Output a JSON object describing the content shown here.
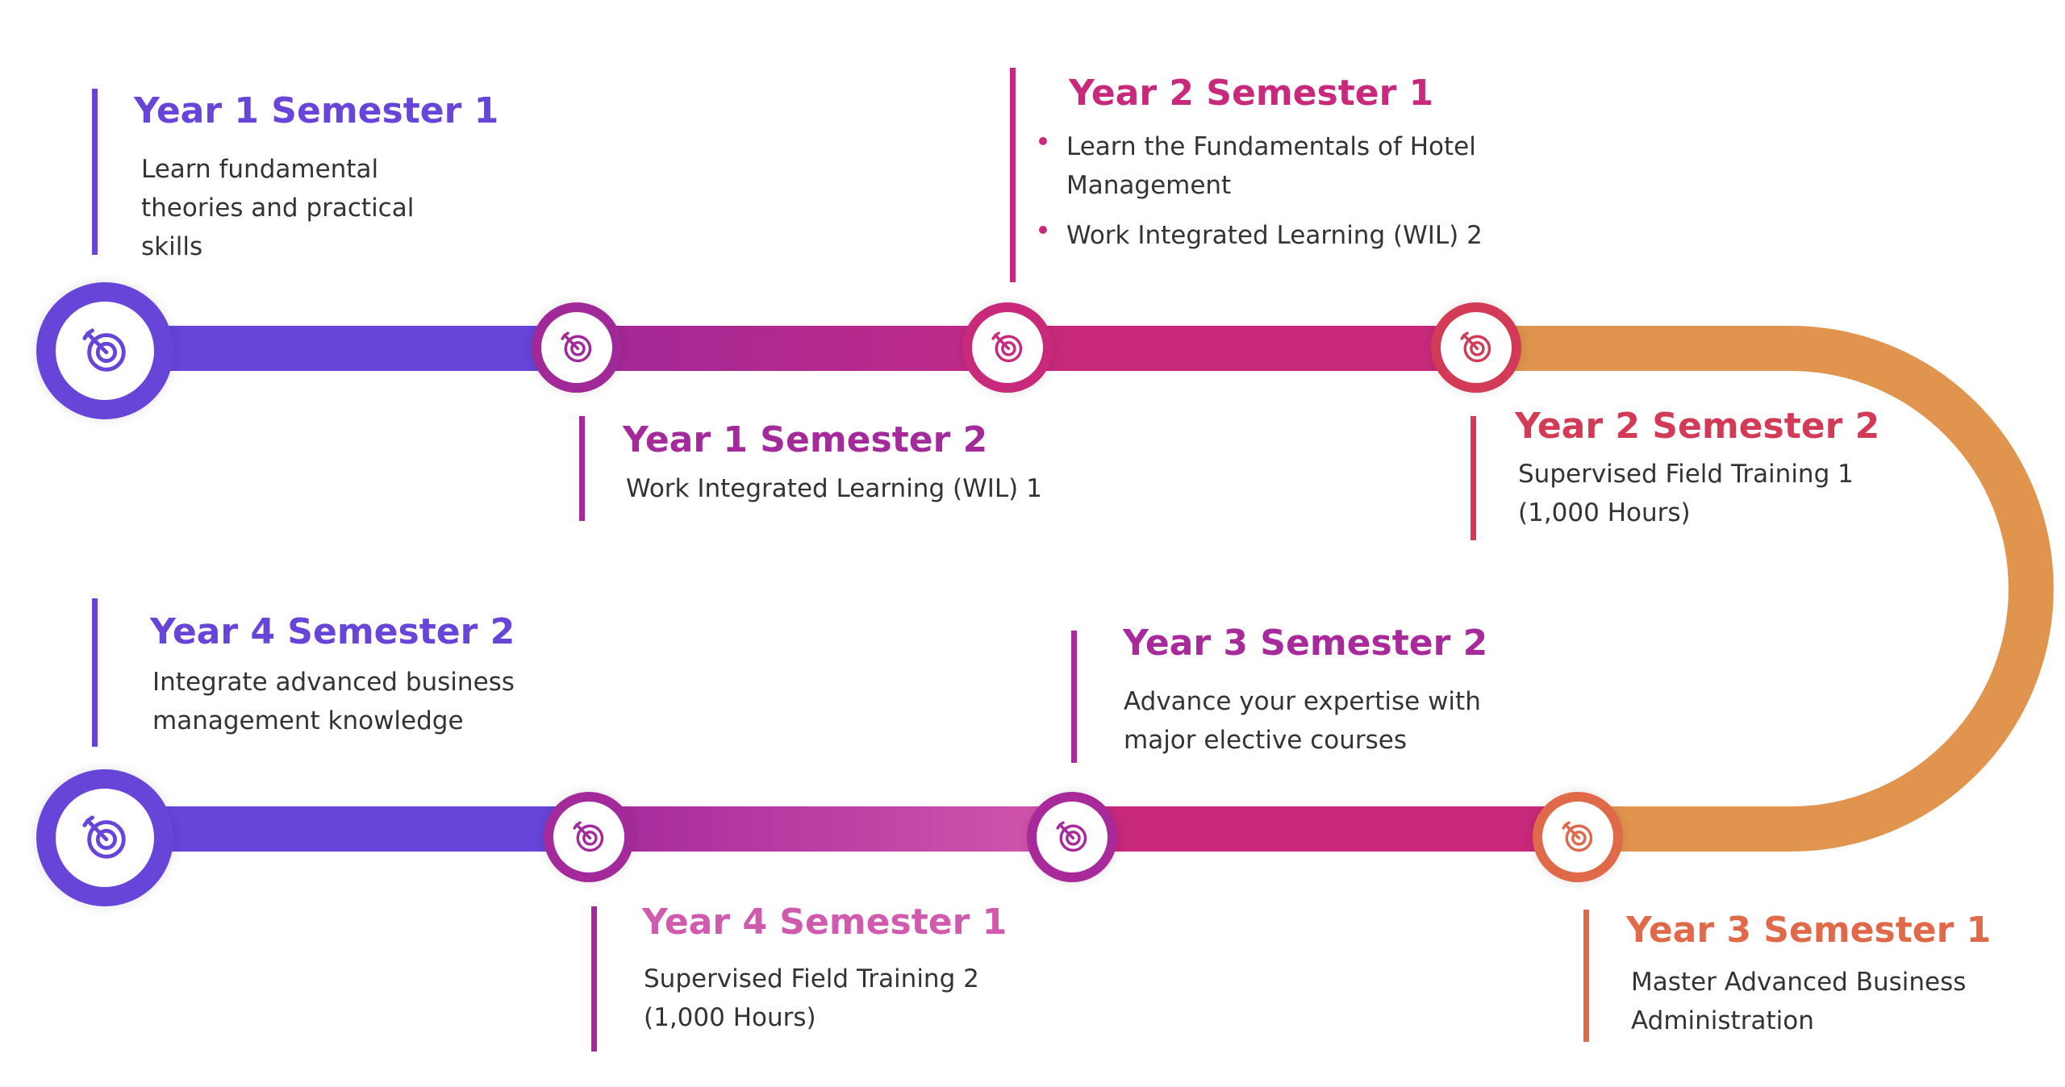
{
  "colors": {
    "violet": "#6645D8",
    "purple": "#A2279C",
    "magenta": "#C9297A",
    "red": "#D23A56",
    "orange": "#E0944D",
    "coral": "#E0694A",
    "pink": "#D05AAE",
    "text": "#333333"
  },
  "icon": "target-arrow-icon",
  "milestones": [
    {
      "title": "Year 1  Semester 1",
      "description": "Learn fundamental theories and practical skills"
    },
    {
      "title": "Year 1  Semester 2",
      "description": "Work Integrated Learning (WIL) 1"
    },
    {
      "title": "Year 2  Semester 1",
      "bullets": [
        "Learn the Fundamentals of Hotel Management",
        "Work Integrated Learning (WIL) 2"
      ]
    },
    {
      "title": "Year 2  Semester 2",
      "description": "Supervised Field Training 1 (1,000 Hours)"
    },
    {
      "title": "Year 3  Semester 1",
      "description": "Master Advanced Business Administration"
    },
    {
      "title": "Year 3 Semester 2",
      "description": "Advance your expertise with major elective courses"
    },
    {
      "title": "Year 4  Semester 1",
      "description": "Supervised Field Training 2 (1,000 Hours)"
    },
    {
      "title": "Year 4  Semester 2",
      "description": "Integrate advanced business management knowledge"
    }
  ]
}
